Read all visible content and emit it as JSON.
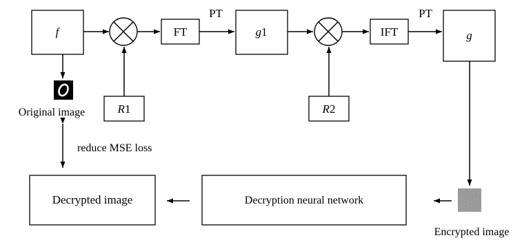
{
  "diagram": {
    "blocks": {
      "f": "f",
      "ft": "FT",
      "g1_italic": "g",
      "g1_num": "1",
      "ift": "IFT",
      "g": "g",
      "r1_italic": "R",
      "r1_num": "1",
      "r2_italic": "R",
      "r2_num": "2",
      "decrypted": "Decrypted image",
      "decryption_nn": "Decryption neural network"
    },
    "labels": {
      "pt1": "PT",
      "pt2": "PT",
      "original": "Original image",
      "encrypted": "Encrypted image",
      "loss": "reduce MSE loss"
    },
    "thumbnails": {
      "original_digit": "0"
    }
  }
}
